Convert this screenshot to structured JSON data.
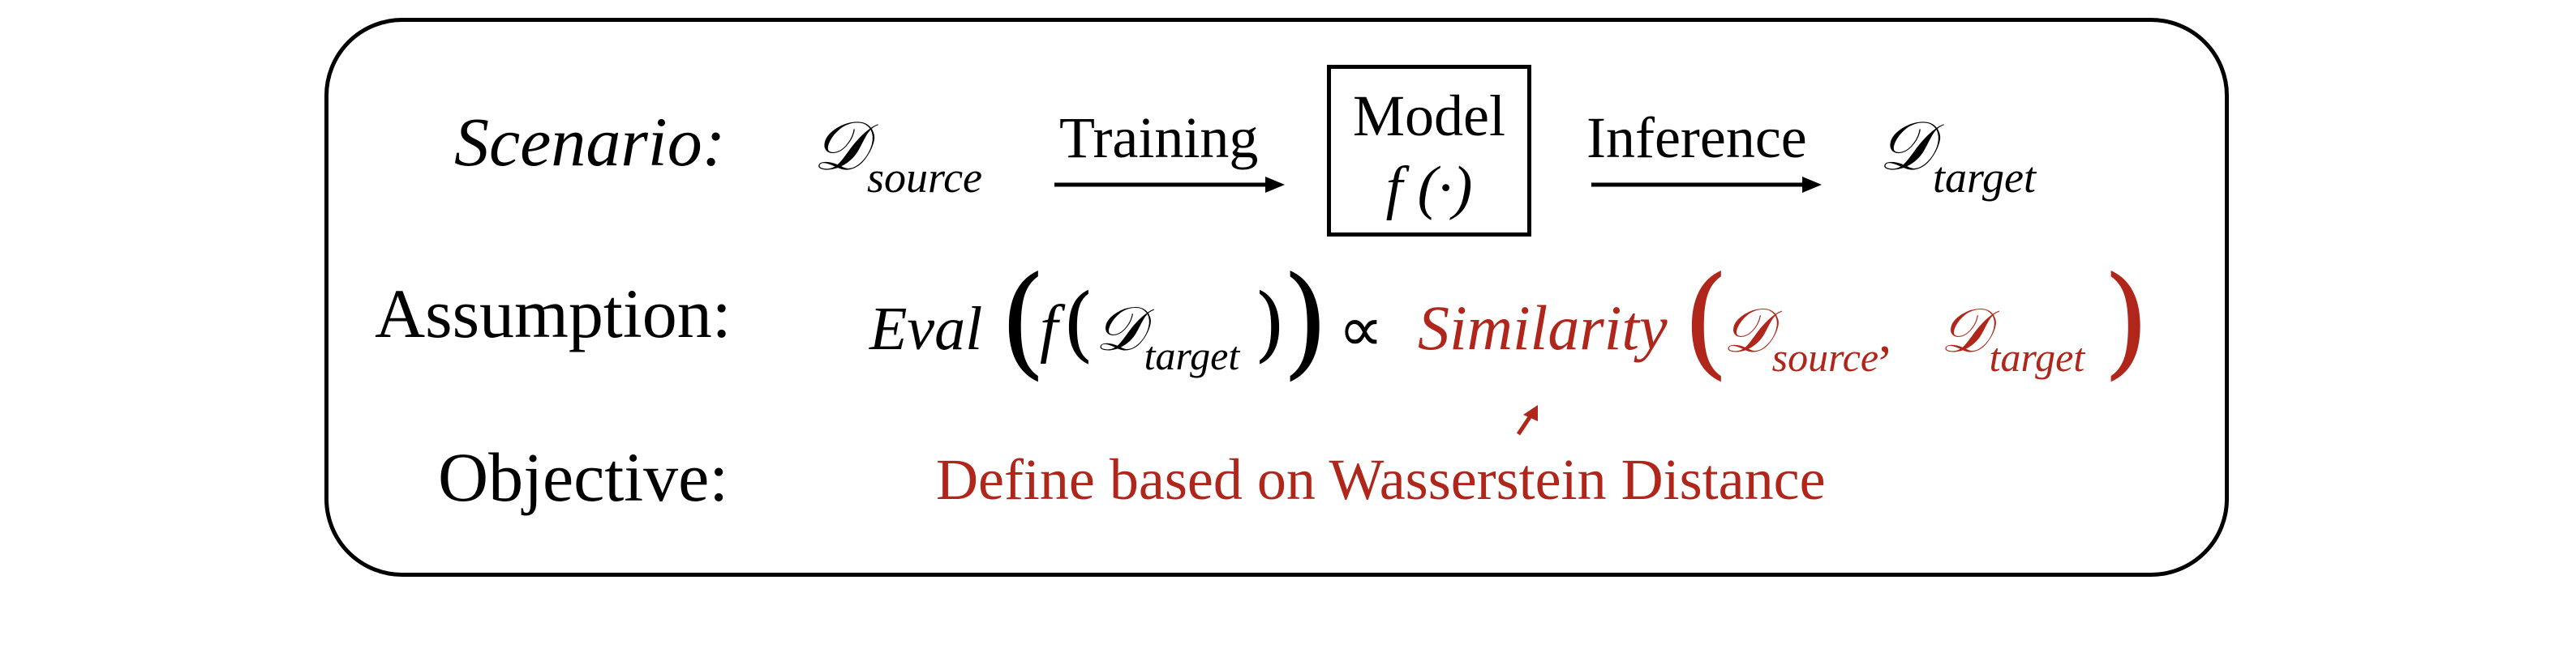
{
  "colors": {
    "accent_red": "#b0261a",
    "text": "#000000",
    "border": "#000000"
  },
  "scenario": {
    "label": "Scenario:",
    "source_symbol": "𝒟",
    "source_sub": "source",
    "training_label": "Training",
    "model_title": "Model",
    "model_func": "f (·)",
    "inference_label": "Inference",
    "target_symbol": "𝒟",
    "target_sub": "target"
  },
  "assumption": {
    "label": "Assumption:",
    "eval": "Eval",
    "f": "f",
    "d_symbol": "𝒟",
    "target_sub": "target",
    "proportional": "∝",
    "similarity": "Similarity",
    "source_sub": "source",
    "comma": ","
  },
  "objective": {
    "label": "Objective:",
    "text": "Define based on Wasserstein Distance"
  }
}
